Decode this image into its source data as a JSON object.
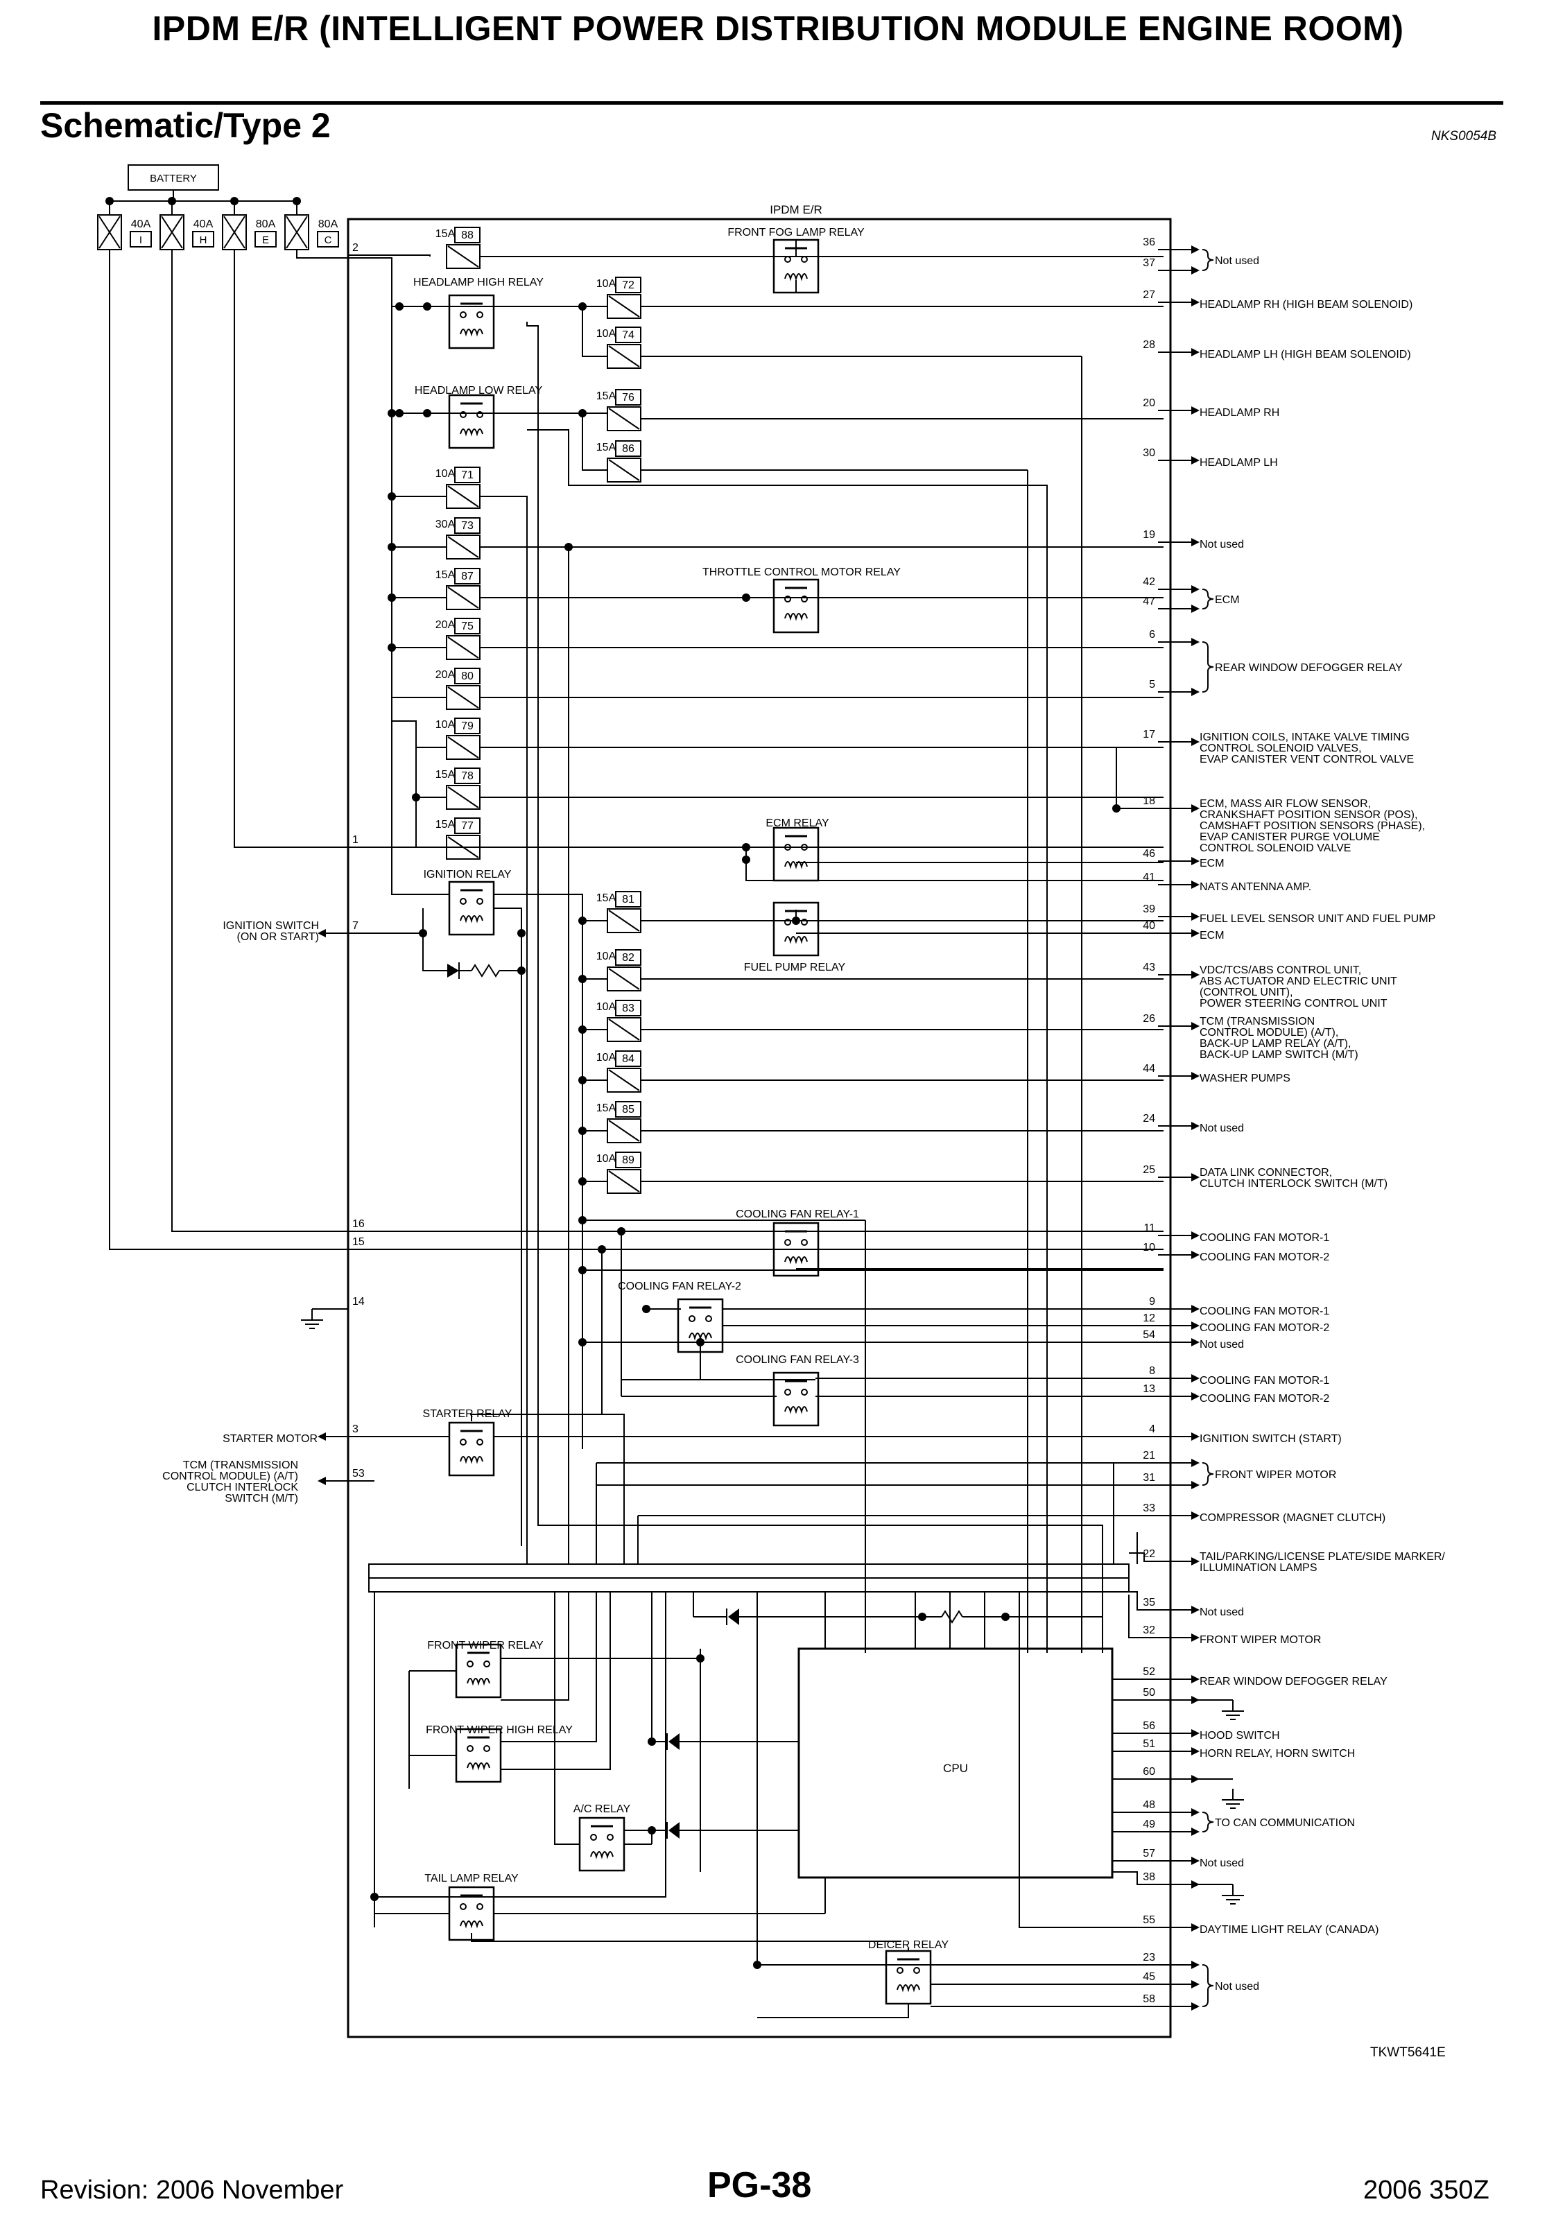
{
  "header": {
    "title": "IPDM E/R (INTELLIGENT POWER DISTRIBUTION MODULE ENGINE ROOM)",
    "section": "Schematic/Type 2",
    "doc_code": "NKS0054B"
  },
  "diagram": {
    "module_label": "IPDM E/R",
    "battery": "BATTERY",
    "cpu": "CPU",
    "figure_code": "TKWT5641E",
    "main_fuses": [
      {
        "rating": "40A",
        "id": "I"
      },
      {
        "rating": "40A",
        "id": "H"
      },
      {
        "rating": "80A",
        "id": "E"
      },
      {
        "rating": "80A",
        "id": "C"
      }
    ],
    "fuses": [
      {
        "rating": "15A",
        "num": "88"
      },
      {
        "rating": "10A",
        "num": "72"
      },
      {
        "rating": "10A",
        "num": "74"
      },
      {
        "rating": "15A",
        "num": "76"
      },
      {
        "rating": "15A",
        "num": "86"
      },
      {
        "rating": "10A",
        "num": "71"
      },
      {
        "rating": "30A",
        "num": "73"
      },
      {
        "rating": "15A",
        "num": "87"
      },
      {
        "rating": "20A",
        "num": "75"
      },
      {
        "rating": "20A",
        "num": "80"
      },
      {
        "rating": "10A",
        "num": "79"
      },
      {
        "rating": "15A",
        "num": "78"
      },
      {
        "rating": "15A",
        "num": "77"
      },
      {
        "rating": "15A",
        "num": "81"
      },
      {
        "rating": "10A",
        "num": "82"
      },
      {
        "rating": "10A",
        "num": "83"
      },
      {
        "rating": "10A",
        "num": "84"
      },
      {
        "rating": "15A",
        "num": "85"
      },
      {
        "rating": "10A",
        "num": "89"
      }
    ],
    "relays": [
      "FRONT FOG LAMP RELAY",
      "HEADLAMP HIGH RELAY",
      "HEADLAMP LOW RELAY",
      "THROTTLE CONTROL MOTOR RELAY",
      "ECM RELAY",
      "IGNITION RELAY",
      "FUEL PUMP RELAY",
      "COOLING FAN RELAY-1",
      "COOLING FAN RELAY-2",
      "COOLING FAN RELAY-3",
      "STARTER RELAY",
      "FRONT WIPER RELAY",
      "FRONT WIPER HIGH RELAY",
      "A/C RELAY",
      "TAIL LAMP RELAY",
      "DEICER RELAY"
    ],
    "left_terminals": [
      {
        "pin": "2",
        "label": ""
      },
      {
        "pin": "1",
        "label": ""
      },
      {
        "pin": "7",
        "label": "IGNITION SWITCH\n(ON OR START)"
      },
      {
        "pin": "16",
        "label": ""
      },
      {
        "pin": "15",
        "label": ""
      },
      {
        "pin": "14",
        "label": ""
      },
      {
        "pin": "3",
        "label": "STARTER MOTOR"
      },
      {
        "pin": "53",
        "label": "TCM (TRANSMISSION\nCONTROL MODULE) (A/T)\nCLUTCH INTERLOCK\nSWITCH (M/T)"
      }
    ],
    "right_terminals": [
      {
        "pins": [
          "36",
          "37"
        ],
        "label": "Not used",
        "brace": true
      },
      {
        "pins": [
          "27"
        ],
        "label": "HEADLAMP RH (HIGH BEAM SOLENOID)"
      },
      {
        "pins": [
          "28"
        ],
        "label": "HEADLAMP LH (HIGH BEAM SOLENOID)"
      },
      {
        "pins": [
          "20"
        ],
        "label": "HEADLAMP RH"
      },
      {
        "pins": [
          "30"
        ],
        "label": "HEADLAMP LH"
      },
      {
        "pins": [
          "19"
        ],
        "label": "Not used"
      },
      {
        "pins": [
          "42",
          "47"
        ],
        "label": "ECM",
        "brace": true
      },
      {
        "pins": [
          "6",
          "5"
        ],
        "label": "REAR WINDOW DEFOGGER RELAY",
        "brace": true
      },
      {
        "pins": [
          "17"
        ],
        "label": "IGNITION COILS, INTAKE VALVE TIMING\nCONTROL SOLENOID VALVES,\nEVAP CANISTER VENT CONTROL VALVE"
      },
      {
        "pins": [
          "18"
        ],
        "label": "ECM, MASS AIR FLOW SENSOR,\nCRANKSHAFT POSITION SENSOR (POS),\nCAMSHAFT POSITION SENSORS (PHASE),\nEVAP CANISTER PURGE VOLUME\nCONTROL SOLENOID VALVE"
      },
      {
        "pins": [
          "46"
        ],
        "label": "ECM"
      },
      {
        "pins": [
          "41"
        ],
        "label": "NATS ANTENNA AMP."
      },
      {
        "pins": [
          "39"
        ],
        "label": "FUEL LEVEL SENSOR UNIT AND FUEL PUMP"
      },
      {
        "pins": [
          "40"
        ],
        "label": "ECM"
      },
      {
        "pins": [
          "43"
        ],
        "label": "VDC/TCS/ABS CONTROL UNIT,\nABS ACTUATOR AND ELECTRIC UNIT\n(CONTROL UNIT),\nPOWER STEERING CONTROL UNIT"
      },
      {
        "pins": [
          "26"
        ],
        "label": "TCM (TRANSMISSION\nCONTROL MODULE) (A/T),\nBACK-UP LAMP RELAY (A/T),\nBACK-UP LAMP SWITCH (M/T)"
      },
      {
        "pins": [
          "44"
        ],
        "label": "WASHER PUMPS"
      },
      {
        "pins": [
          "24"
        ],
        "label": "Not used"
      },
      {
        "pins": [
          "25"
        ],
        "label": "DATA LINK CONNECTOR,\nCLUTCH INTERLOCK SWITCH (M/T)"
      },
      {
        "pins": [
          "11"
        ],
        "label": "COOLING FAN MOTOR-1"
      },
      {
        "pins": [
          "10"
        ],
        "label": "COOLING FAN MOTOR-2"
      },
      {
        "pins": [
          "9"
        ],
        "label": "COOLING FAN MOTOR-1"
      },
      {
        "pins": [
          "12"
        ],
        "label": "COOLING FAN MOTOR-2"
      },
      {
        "pins": [
          "54"
        ],
        "label": "Not used"
      },
      {
        "pins": [
          "8"
        ],
        "label": "COOLING FAN MOTOR-1"
      },
      {
        "pins": [
          "13"
        ],
        "label": "COOLING FAN MOTOR-2"
      },
      {
        "pins": [
          "4"
        ],
        "label": "IGNITION SWITCH (START)"
      },
      {
        "pins": [
          "21",
          "31"
        ],
        "label": "FRONT WIPER MOTOR",
        "brace": true
      },
      {
        "pins": [
          "33"
        ],
        "label": "COMPRESSOR (MAGNET CLUTCH)"
      },
      {
        "pins": [
          "22"
        ],
        "label": "TAIL/PARKING/LICENSE PLATE/SIDE MARKER/\nILLUMINATION LAMPS"
      },
      {
        "pins": [
          "35"
        ],
        "label": "Not used"
      },
      {
        "pins": [
          "32"
        ],
        "label": "FRONT WIPER MOTOR"
      },
      {
        "pins": [
          "52"
        ],
        "label": "REAR WINDOW DEFOGGER RELAY"
      },
      {
        "pins": [
          "50"
        ],
        "label": ""
      },
      {
        "pins": [
          "56"
        ],
        "label": "HOOD SWITCH"
      },
      {
        "pins": [
          "51"
        ],
        "label": "HORN RELAY, HORN SWITCH"
      },
      {
        "pins": [
          "60"
        ],
        "label": ""
      },
      {
        "pins": [
          "48",
          "49"
        ],
        "label": "TO CAN COMMUNICATION",
        "brace": true
      },
      {
        "pins": [
          "57"
        ],
        "label": "Not used"
      },
      {
        "pins": [
          "38"
        ],
        "label": ""
      },
      {
        "pins": [
          "55"
        ],
        "label": "DAYTIME LIGHT RELAY (CANADA)"
      },
      {
        "pins": [
          "23",
          "45",
          "58"
        ],
        "label": "Not used",
        "brace": true
      }
    ]
  },
  "footer": {
    "revision": "Revision: 2006 November",
    "page": "PG-38",
    "model": "2006 350Z"
  }
}
